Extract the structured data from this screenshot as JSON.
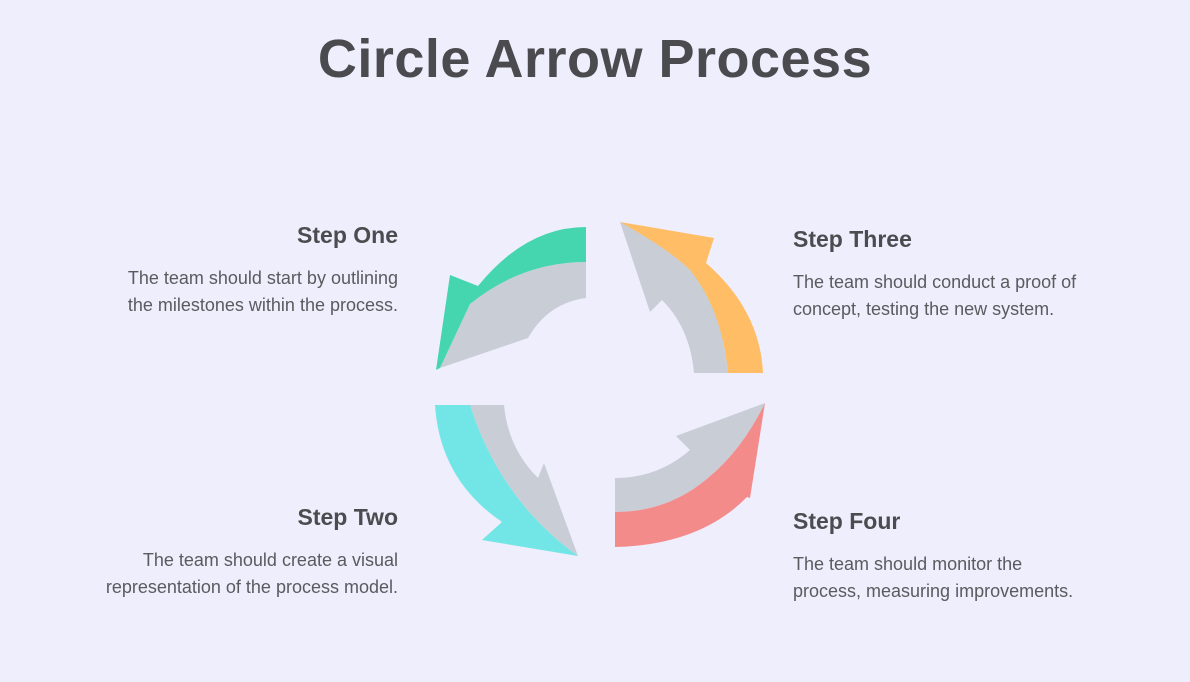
{
  "title": "Circle Arrow Process",
  "colors": {
    "background": "#eeeefc",
    "gray": "#c9ced6",
    "green": "#45d6b0",
    "cyan": "#72e6e6",
    "orange": "#ffbd66",
    "red": "#f48b8b"
  },
  "steps": [
    {
      "heading": "Step One",
      "text": "The team should start by outlining the milestones within the process."
    },
    {
      "heading": "Step Two",
      "text": "The team should create a visual representation of the process model."
    },
    {
      "heading": "Step Three",
      "text": "The team should conduct a proof of concept, testing the new system."
    },
    {
      "heading": "Step Four",
      "text": "The team should monitor the process, measuring improvements."
    }
  ]
}
